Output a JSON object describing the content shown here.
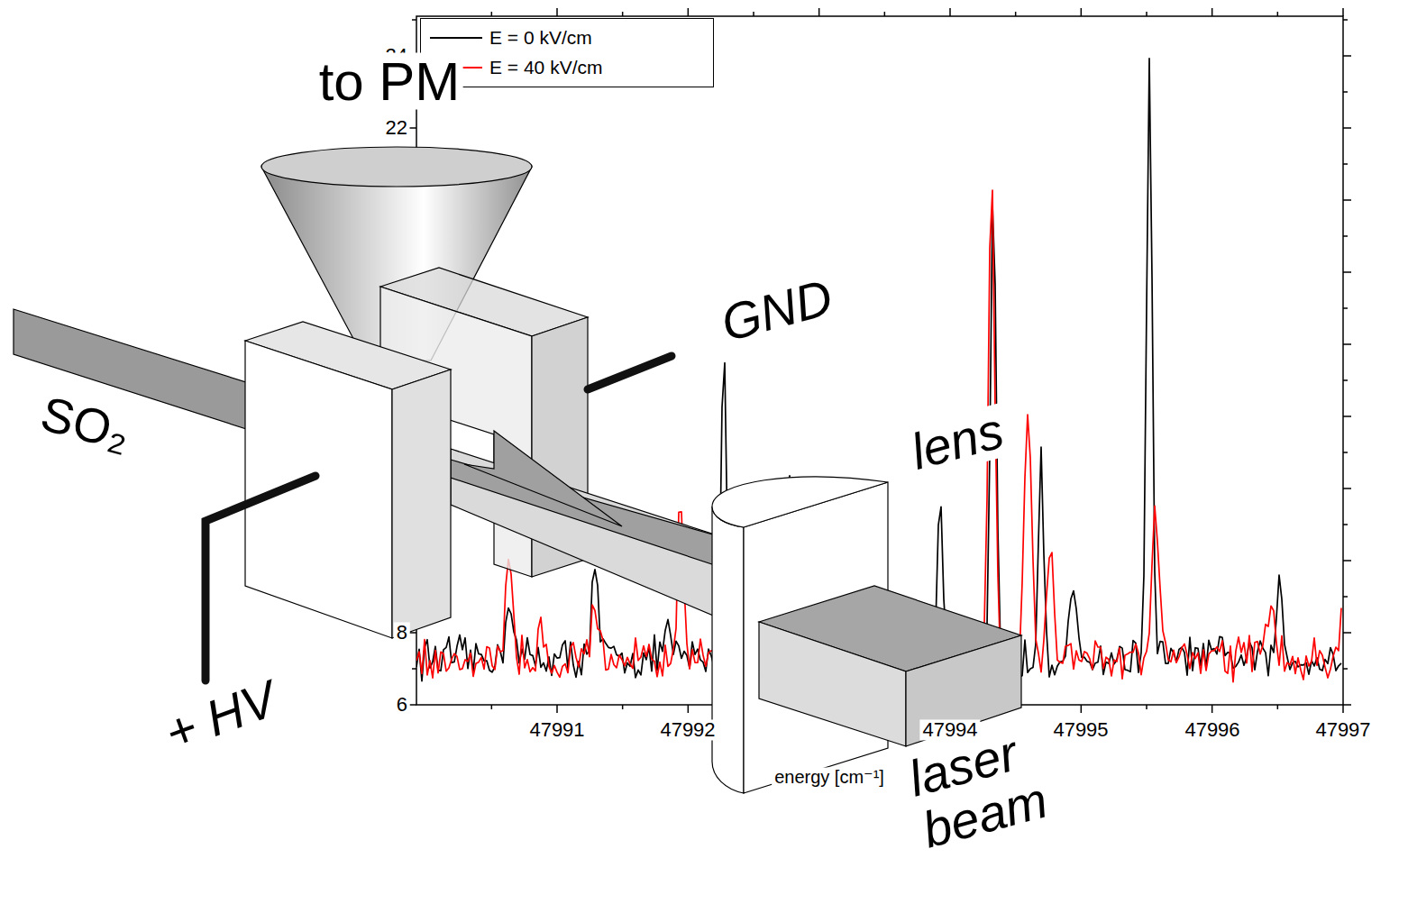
{
  "diagram": {
    "labels": [
      "24",
      "22",
      "8",
      "6",
      "47991",
      "47992",
      "47994",
      "47995",
      "47996",
      "47997",
      "energy [cm⁻¹]",
      "to PM",
      "GND",
      "SO₂",
      "lens",
      "laser beam",
      "+ HV"
    ],
    "legend": [
      {
        "text": "E = 0 kV/cm"
      },
      {
        "text": "E = 40 kV/cm"
      }
    ]
  }
}
